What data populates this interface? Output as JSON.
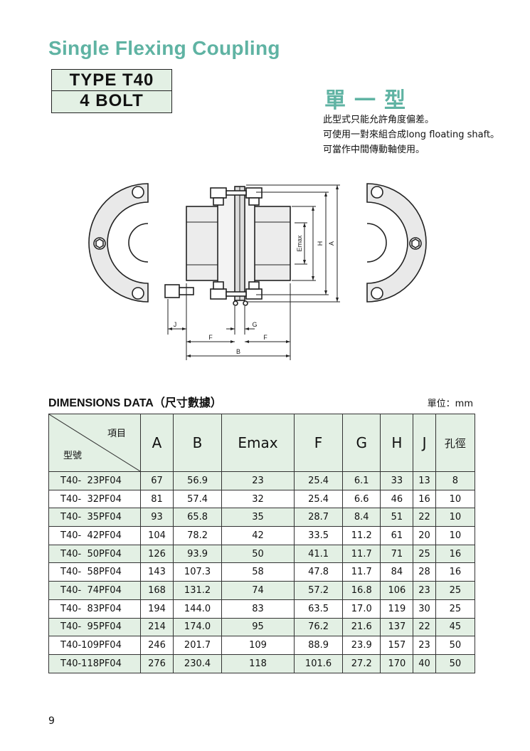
{
  "header": {
    "title": "Single Flexing Coupling",
    "type_line": "TYPE T40",
    "bolt_line": "4 BOLT"
  },
  "chinese": {
    "title": "單一型",
    "desc": [
      "此型式只能允許角度偏差。",
      "可使用一對來組合成long floating shaft。",
      "可當作中間傳動軸使用。"
    ]
  },
  "drawing": {
    "labels": {
      "J": "J",
      "F": "F",
      "G": "G",
      "B": "B",
      "A": "A",
      "H": "H",
      "Emax": "Emax"
    }
  },
  "dimensions": {
    "title": "DIMENSIONS DATA（尺寸數據）",
    "unit": "單位：mm",
    "corner_item": "項目",
    "corner_model": "型號",
    "columns": [
      "A",
      "B",
      "Emax",
      "F",
      "G",
      "H",
      "J",
      "孔徑"
    ],
    "rows": [
      {
        "model": "T40-  23PF04",
        "values": [
          "67",
          "56.9",
          "23",
          "25.4",
          "6.1",
          "33",
          "13",
          "8"
        ]
      },
      {
        "model": "T40-  32PF04",
        "values": [
          "81",
          "57.4",
          "32",
          "25.4",
          "6.6",
          "46",
          "16",
          "10"
        ]
      },
      {
        "model": "T40-  35PF04",
        "values": [
          "93",
          "65.8",
          "35",
          "28.7",
          "8.4",
          "51",
          "22",
          "10"
        ]
      },
      {
        "model": "T40-  42PF04",
        "values": [
          "104",
          "78.2",
          "42",
          "33.5",
          "11.2",
          "61",
          "20",
          "10"
        ]
      },
      {
        "model": "T40-  50PF04",
        "values": [
          "126",
          "93.9",
          "50",
          "41.1",
          "11.7",
          "71",
          "25",
          "16"
        ]
      },
      {
        "model": "T40-  58PF04",
        "values": [
          "143",
          "107.3",
          "58",
          "47.8",
          "11.7",
          "84",
          "28",
          "16"
        ]
      },
      {
        "model": "T40-  74PF04",
        "values": [
          "168",
          "131.2",
          "74",
          "57.2",
          "16.8",
          "106",
          "23",
          "25"
        ]
      },
      {
        "model": "T40-  83PF04",
        "values": [
          "194",
          "144.0",
          "83",
          "63.5",
          "17.0",
          "119",
          "30",
          "25"
        ]
      },
      {
        "model": "T40-  95PF04",
        "values": [
          "214",
          "174.0",
          "95",
          "76.2",
          "21.6",
          "137",
          "22",
          "45"
        ]
      },
      {
        "model": "T40-109PF04",
        "values": [
          "246",
          "201.7",
          "109",
          "88.9",
          "23.9",
          "157",
          "23",
          "50"
        ]
      },
      {
        "model": "T40-118PF04",
        "values": [
          "276",
          "230.4",
          "118",
          "101.6",
          "27.2",
          "170",
          "40",
          "50"
        ]
      }
    ]
  },
  "page_number": "9"
}
